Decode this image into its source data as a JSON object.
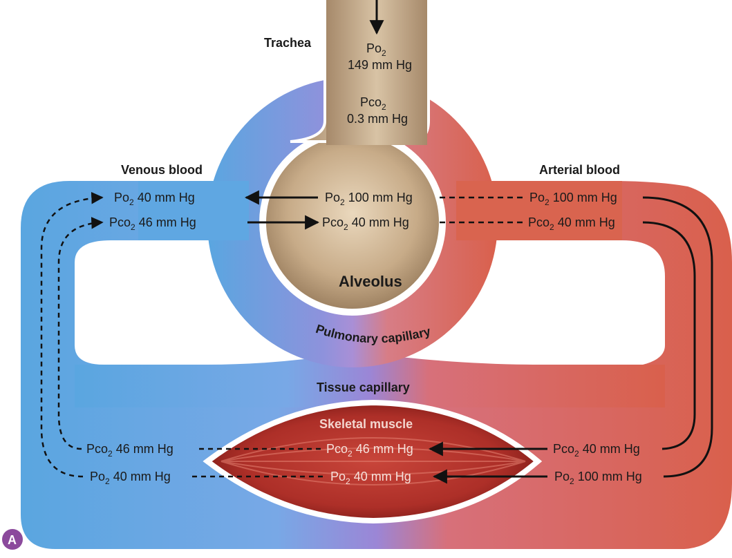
{
  "labels": {
    "trachea": "Trachea",
    "venous_blood": "Venous blood",
    "arterial_blood": "Arterial blood",
    "alveolus": "Alveolus",
    "pulmonary_capillary": "Pulmonary capillary",
    "tissue_capillary": "Tissue capillary",
    "skeletal_muscle": "Skeletal muscle",
    "panel_letter": "A"
  },
  "trachea": {
    "po2": {
      "prefix": "Po",
      "sub": "2",
      "value": "149 mm Hg"
    },
    "pco2": {
      "prefix": "Pco",
      "sub": "2",
      "value": "0.3 mm Hg"
    }
  },
  "lung": {
    "venous": {
      "po2": {
        "prefix": "Po",
        "sub": "2",
        "suffix": " 40 mm Hg"
      },
      "pco2": {
        "prefix": "Pco",
        "sub": "2",
        "suffix": " 46 mm Hg"
      }
    },
    "alveolus": {
      "po2": {
        "prefix": "Po",
        "sub": "2",
        "suffix": " 100 mm Hg"
      },
      "pco2": {
        "prefix": "Pco",
        "sub": "2",
        "suffix": " 40 mm Hg"
      }
    },
    "arterial": {
      "po2": {
        "prefix": "Po",
        "sub": "2",
        "suffix": " 100 mm Hg"
      },
      "pco2": {
        "prefix": "Pco",
        "sub": "2",
        "suffix": " 40 mm Hg"
      }
    }
  },
  "tissue": {
    "venous": {
      "pco2": {
        "prefix": "Pco",
        "sub": "2",
        "suffix": " 46 mm Hg"
      },
      "po2": {
        "prefix": "Po",
        "sub": "2",
        "suffix": " 40 mm Hg"
      }
    },
    "muscle": {
      "pco2": {
        "prefix": "Pco",
        "sub": "2",
        "suffix": " 46 mm Hg"
      },
      "po2": {
        "prefix": "Po",
        "sub": "2",
        "suffix": " 40 mm Hg"
      }
    },
    "arterial": {
      "pco2": {
        "prefix": "Pco",
        "sub": "2",
        "suffix": " 40 mm Hg"
      },
      "po2": {
        "prefix": "Po",
        "sub": "2",
        "suffix": " 100 mm Hg"
      }
    }
  },
  "colors": {
    "venous": "#5aa6e0",
    "arterial": "#d9604c",
    "capillary_mix": "#9b86d6",
    "alveolus": "#c7ab88",
    "muscle": "#b8332d",
    "panel_badge": "#8b4a9c"
  }
}
